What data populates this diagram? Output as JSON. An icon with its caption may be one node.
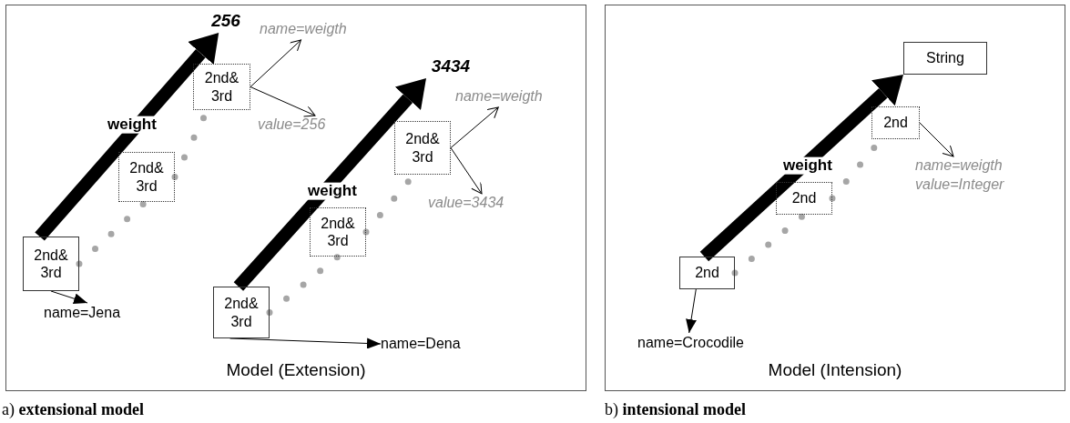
{
  "diagram": {
    "nodes": [
      {
        "text": [
          "Model (Extension)"
        ]
      },
      {
        "text": [
          "2nd& 3rd"
        ],
        "in": 0
      },
      {
        "text": [
          "2nd& 3rd"
        ],
        "in": 0
      },
      {
        "text": [
          "2nd& 3rd"
        ],
        "in": 0
      },
      {
        "text": [
          "256"
        ],
        "in": 0
      },
      {
        "text": [
          "name=weigth"
        ],
        "in": 0
      },
      {
        "text": [
          "value=256"
        ],
        "in": 0
      },
      {
        "text": [
          "name=Jena"
        ],
        "in": 0
      },
      {
        "text": [
          "2nd& 3rd"
        ],
        "in": 0
      },
      {
        "text": [
          "2nd& 3rd"
        ],
        "in": 0
      },
      {
        "text": [
          "2nd& 3rd"
        ],
        "in": 0
      },
      {
        "text": [
          "3434"
        ],
        "in": 0
      },
      {
        "text": [
          "name=weigth"
        ],
        "in": 0
      },
      {
        "text": [
          "value=3434"
        ],
        "in": 0
      },
      {
        "text": [
          "name=Dena"
        ],
        "in": 0
      },
      {
        "text": [
          "Model (Intension)"
        ]
      },
      {
        "text": [
          "2nd"
        ],
        "in": 15
      },
      {
        "text": [
          "2nd"
        ],
        "in": 15
      },
      {
        "text": [
          "2nd"
        ],
        "in": 15
      },
      {
        "text": [
          "String"
        ],
        "in": 15
      },
      {
        "text": [
          "name=weigth",
          "value=Integer"
        ],
        "in": 15
      },
      {
        "text": [
          "name=Crocodile"
        ],
        "in": 15
      }
    ],
    "edges": [
      {
        "from": 1,
        "to": 2,
        "arrow": "none",
        "style": "dashed",
        "color": "#a6a6a6"
      },
      {
        "from": 2,
        "to": 3,
        "arrow": "none",
        "style": "dashed",
        "color": "#a6a6a6"
      },
      {
        "from": 1,
        "to": 4,
        "arrow": "to",
        "style": "thick",
        "label": "weight"
      },
      {
        "from": 3,
        "to": 5,
        "arrow": "to"
      },
      {
        "from": 3,
        "to": 6,
        "arrow": "to"
      },
      {
        "from": 1,
        "to": 7,
        "arrow": "to"
      },
      {
        "from": 8,
        "to": 9,
        "arrow": "none",
        "style": "dashed",
        "color": "#a6a6a6"
      },
      {
        "from": 9,
        "to": 10,
        "arrow": "none",
        "style": "dashed",
        "color": "#a6a6a6"
      },
      {
        "from": 8,
        "to": 11,
        "arrow": "to",
        "style": "thick",
        "label": "weight"
      },
      {
        "from": 10,
        "to": 12,
        "arrow": "to"
      },
      {
        "from": 10,
        "to": 13,
        "arrow": "to"
      },
      {
        "from": 8,
        "to": 14,
        "arrow": "to"
      },
      {
        "from": 16,
        "to": 17,
        "arrow": "none",
        "style": "dashed",
        "color": "#a6a6a6"
      },
      {
        "from": 17,
        "to": 18,
        "arrow": "none",
        "style": "dashed",
        "color": "#a6a6a6"
      },
      {
        "from": 16,
        "to": 19,
        "arrow": "to",
        "style": "thick",
        "label": "weight"
      },
      {
        "from": 18,
        "to": 20,
        "arrow": "to"
      },
      {
        "from": 16,
        "to": 21,
        "arrow": "to"
      }
    ],
    "labels": [
      "a) **extensional model**",
      "b) **intensional model**"
    ]
  }
}
